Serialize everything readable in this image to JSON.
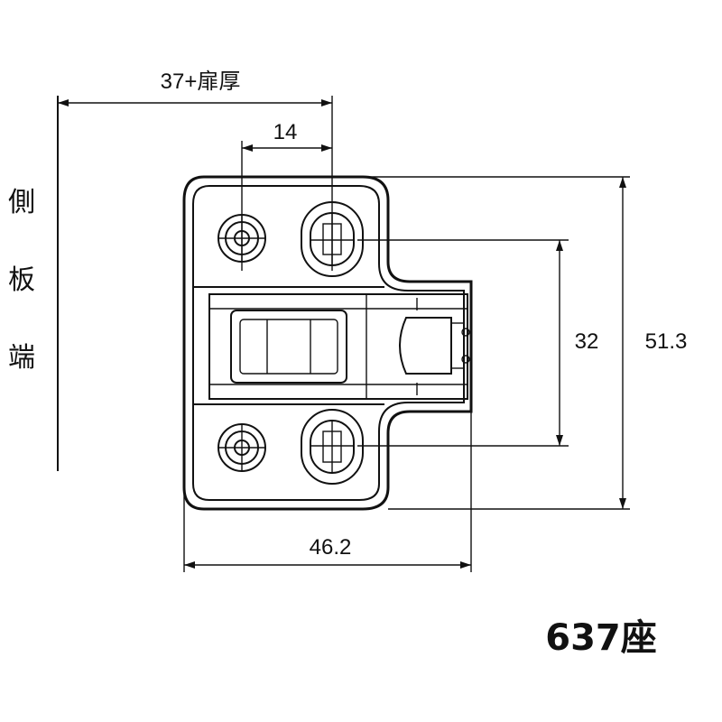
{
  "dimensions": {
    "overall_width": "37+扉厚",
    "hole_spacing": "14",
    "screw_pitch": "32",
    "plate_height": "51.3",
    "plate_width": "46.2"
  },
  "side_label": {
    "char1": "側",
    "char2": "板",
    "char3": "端"
  },
  "model_label": "637座"
}
